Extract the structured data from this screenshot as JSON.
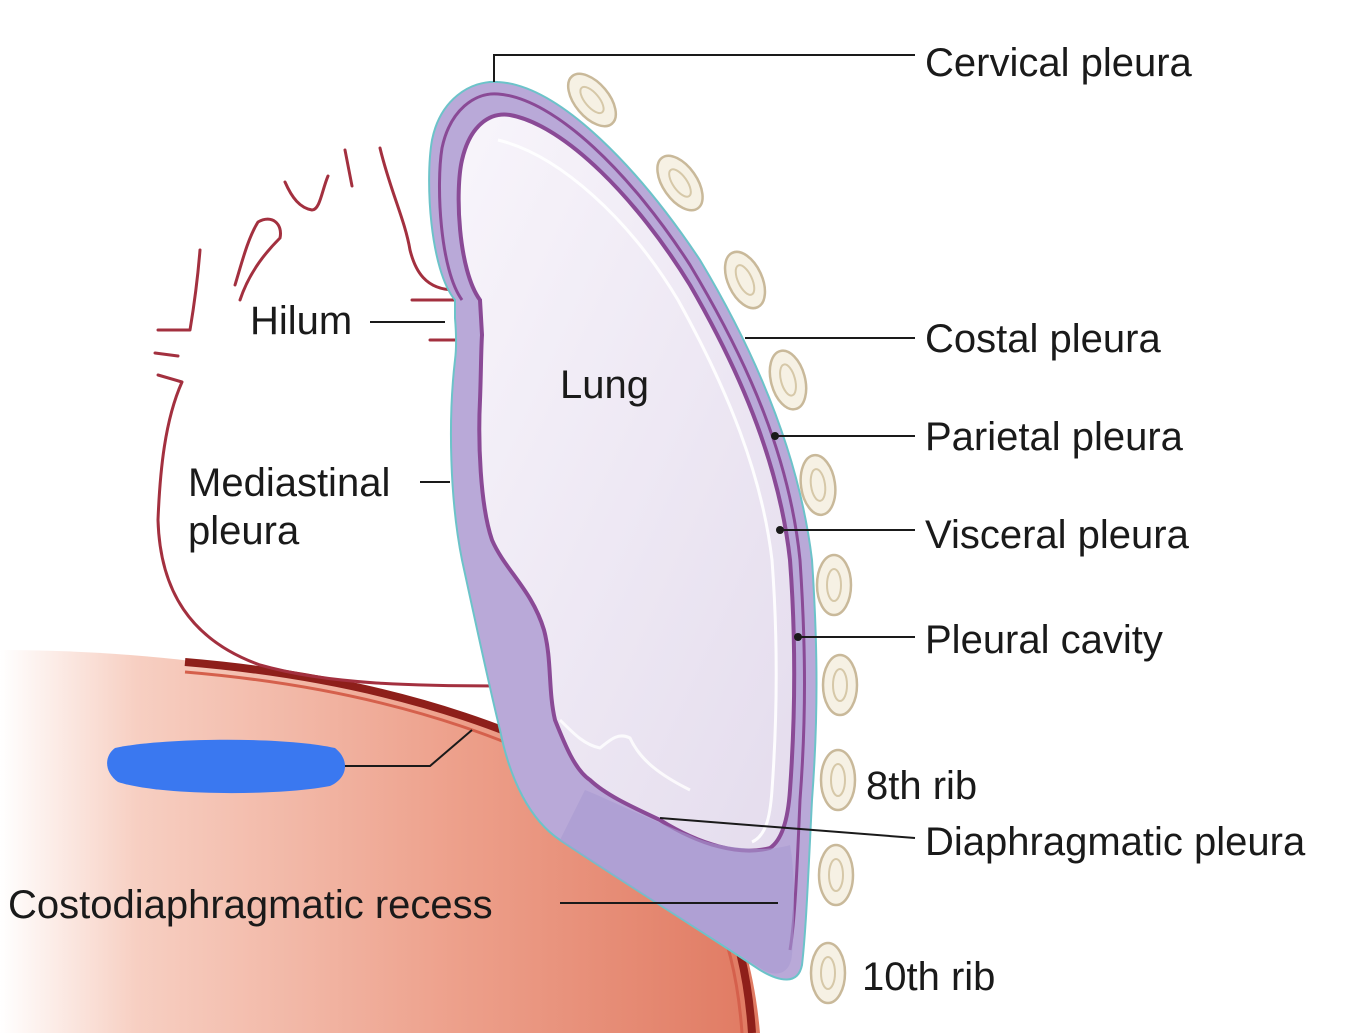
{
  "labels": {
    "cervical_pleura": "Cervical pleura",
    "hilum": "Hilum",
    "lung": "Lung",
    "costal_pleura": "Costal pleura",
    "parietal_pleura": "Parietal pleura",
    "visceral_pleura": "Visceral pleura",
    "mediastinal_pleura_line1": "Mediastinal",
    "mediastinal_pleura_line2": "pleura",
    "pleural_cavity": "Pleural cavity",
    "rib_8": "8th rib",
    "diaphragmatic_pleura": "Diaphragmatic pleura",
    "costodiaphragmatic_recess": "Costodiaphragmatic recess",
    "rib_10": "10th rib"
  },
  "colors": {
    "lung_fill": "#ece5f2",
    "pleura_band": "#b9a9d8",
    "pleura_line": "#8a4a96",
    "diaphragm": "#e6806c",
    "diaphragm_edge": "#8e1f1a",
    "vessel": "#a3303f",
    "redaction": "#3a78f0"
  }
}
